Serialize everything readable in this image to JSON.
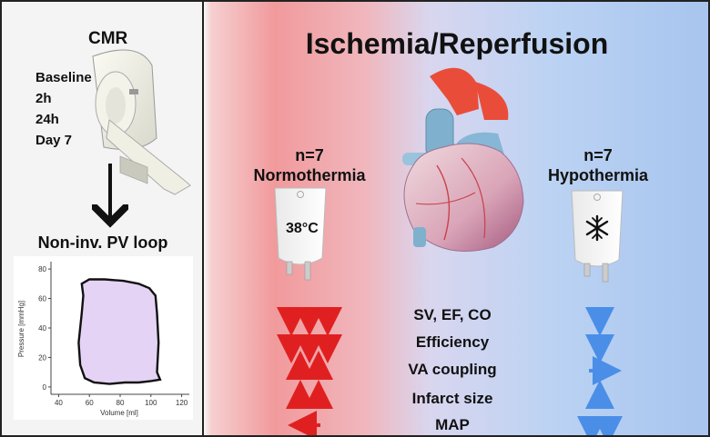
{
  "left_panel": {
    "cmr_label": "CMR",
    "time_points": [
      "Baseline",
      "2h",
      "24h",
      "Day 7"
    ],
    "pv_title": "Non-inv. PV loop"
  },
  "main_title": "Ischemia/Reperfusion",
  "groups": {
    "normothermia": {
      "n_label": "n=7",
      "name": "Normothermia",
      "temperature": "38°C"
    },
    "hypothermia": {
      "n_label": "n=7",
      "name": "Hypothermia"
    }
  },
  "outcomes": [
    {
      "label": "SV, EF, CO",
      "normothermia": "3 down",
      "hypothermia": "1 down"
    },
    {
      "label": "Efficiency",
      "normothermia": "3 down",
      "hypothermia": "1 down"
    },
    {
      "label": "VA coupling",
      "normothermia": "2 up",
      "hypothermia": "neutral"
    },
    {
      "label": "Infarct size",
      "normothermia": "2 up",
      "hypothermia": "1 up"
    },
    {
      "label": "MAP",
      "normothermia": "left",
      "hypothermia": "2 down"
    }
  ],
  "chart_data": {
    "type": "line",
    "xlabel": "Volume [ml]",
    "ylabel": "Pressure [mmHg]",
    "xlim": [
      35,
      125
    ],
    "ylim": [
      -5,
      85
    ],
    "xticks": [
      "40",
      "60",
      "80",
      "100",
      "120"
    ],
    "yticks": [
      "0",
      "20",
      "40",
      "60",
      "80"
    ],
    "grid": false,
    "x": [
      55,
      60,
      70,
      82,
      92,
      99,
      103,
      104,
      105,
      104,
      106,
      100,
      92,
      83,
      73,
      63,
      57,
      54,
      53,
      55,
      56,
      55
    ],
    "y": [
      70,
      73,
      73,
      72,
      70,
      67,
      62,
      50,
      30,
      10,
      5,
      4,
      3,
      3,
      2,
      3,
      6,
      15,
      30,
      50,
      62,
      70
    ]
  },
  "colors": {
    "loop_fill": "#e5d3f5",
    "normothermia_arrow": "#e02020",
    "hypothermia_arrow": "#4a8ee8"
  }
}
